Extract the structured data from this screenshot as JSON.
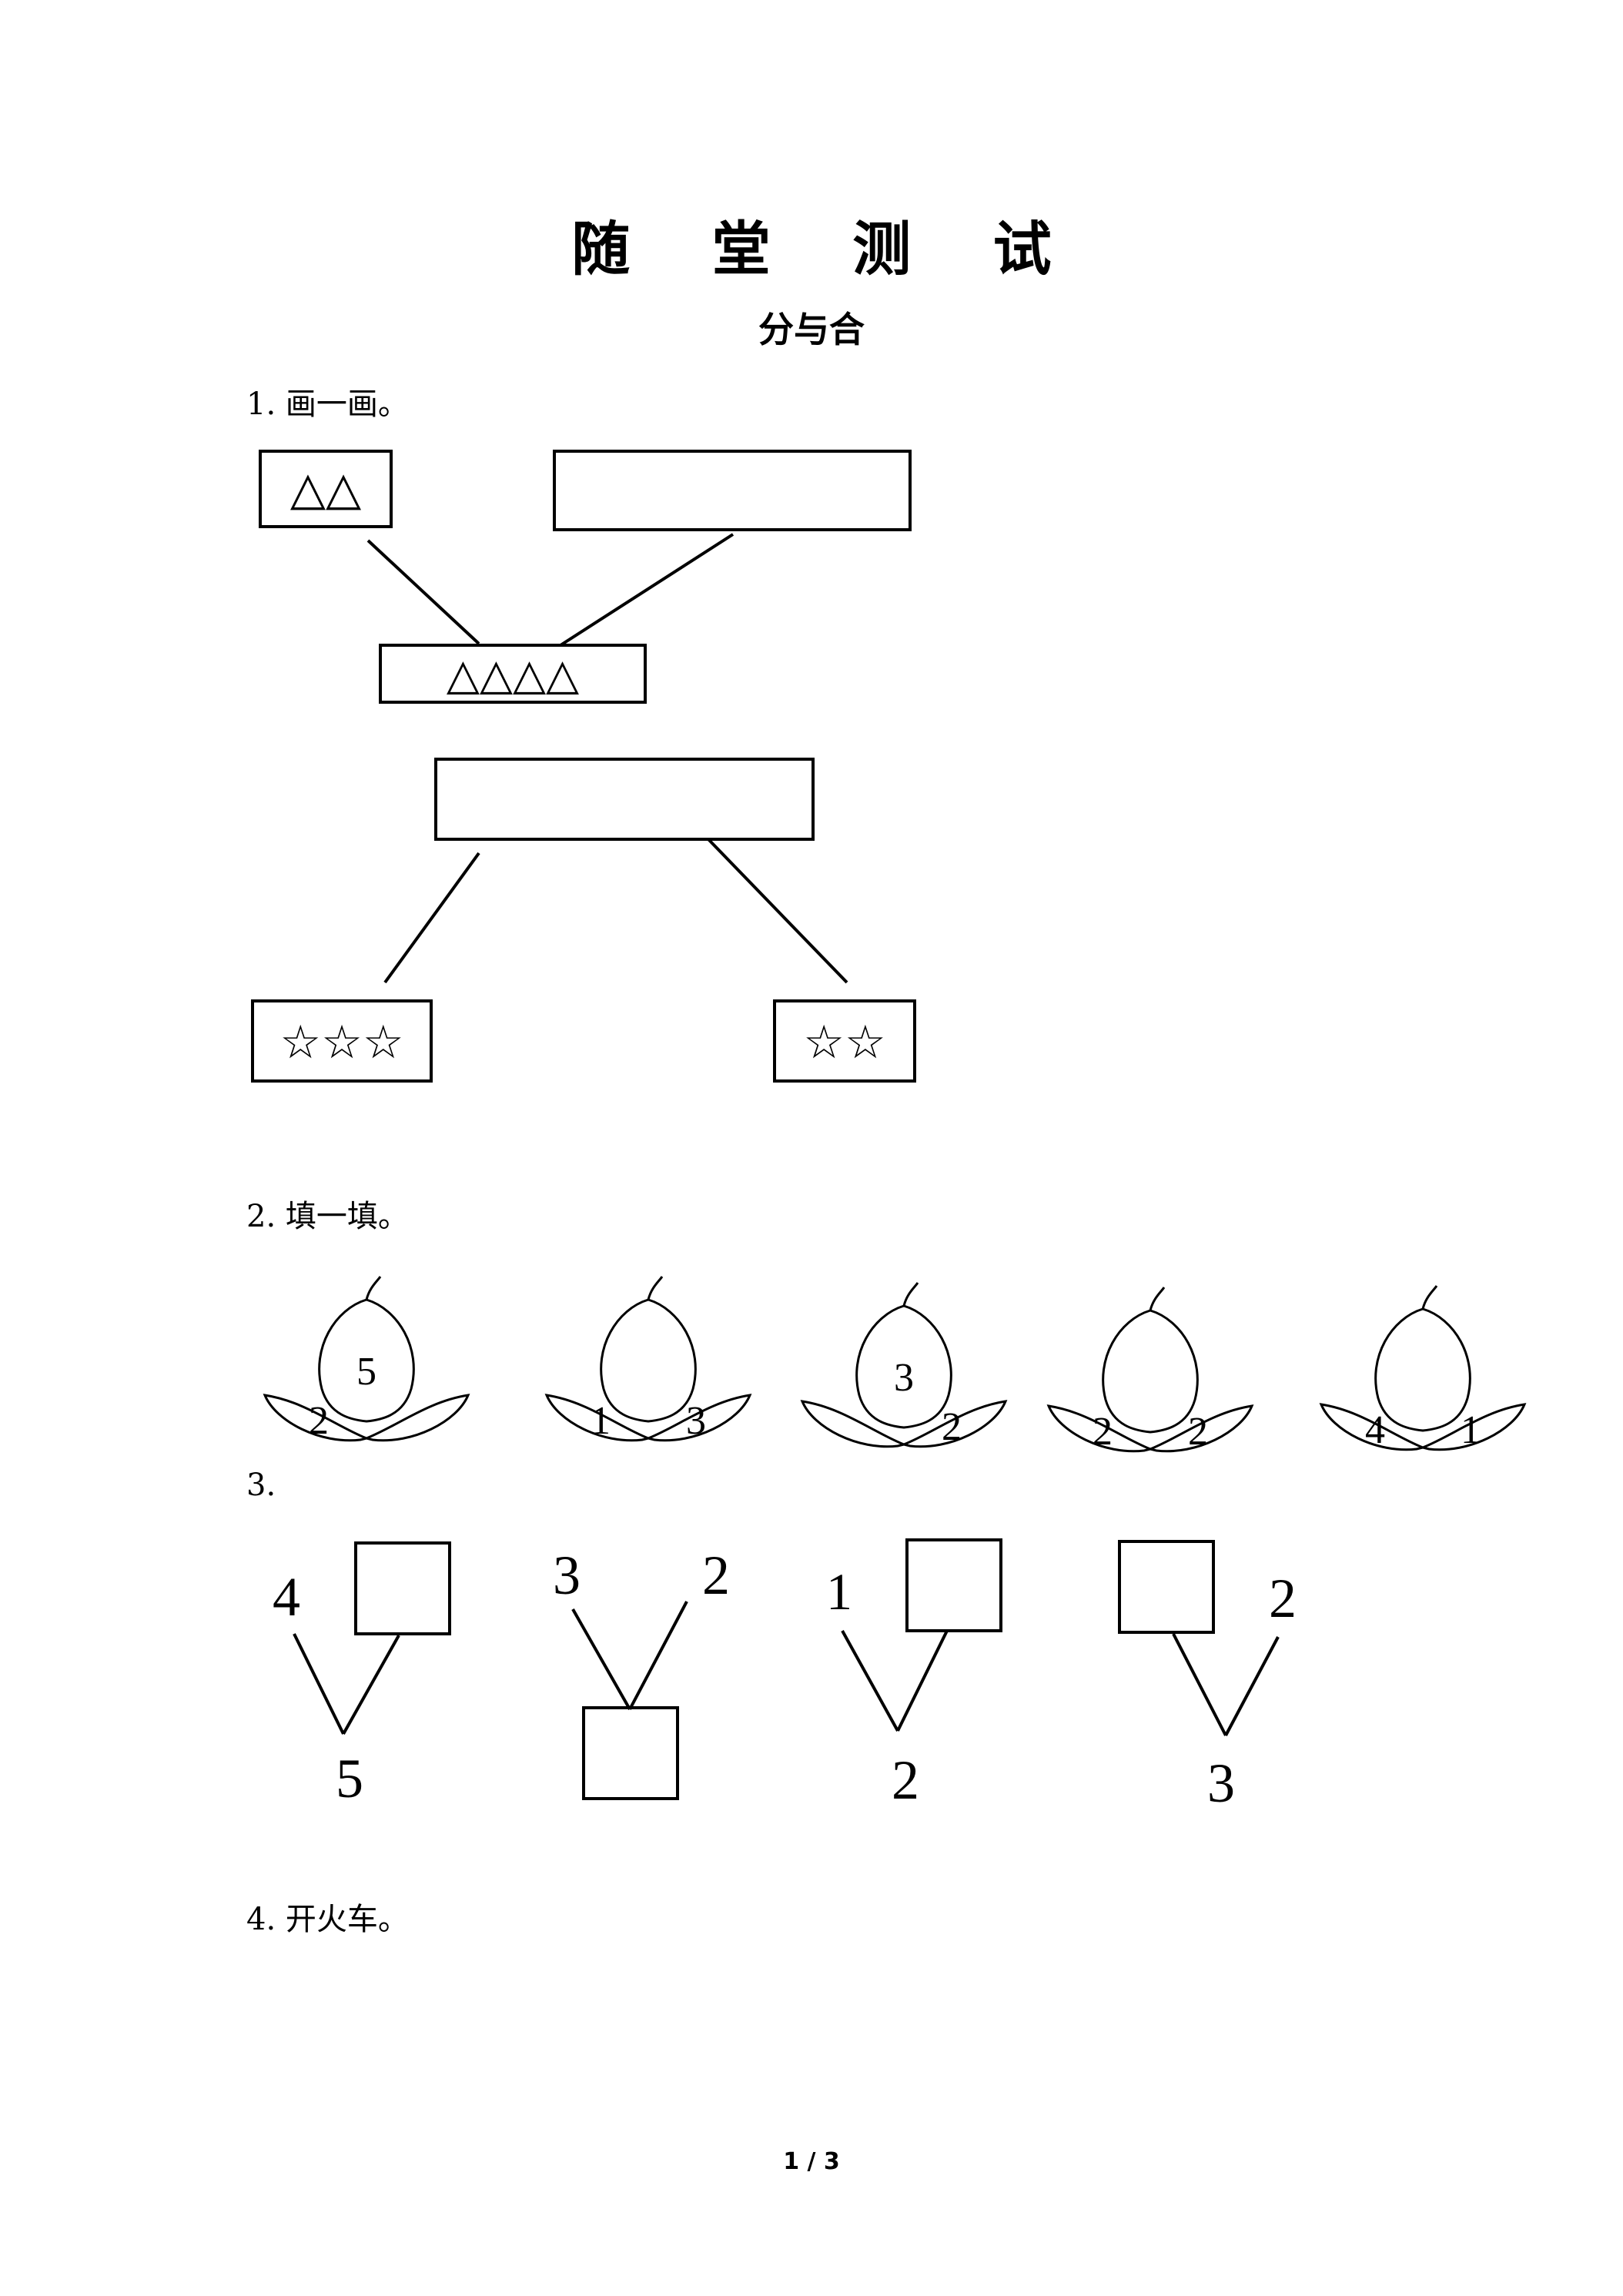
{
  "page": {
    "title": "随 堂 测 试",
    "subtitle": "分与合",
    "page_number": "1 / 3"
  },
  "q1": {
    "label": "1. 画一画。",
    "top_left_box": "△△",
    "middle_box": "△△△△",
    "bottom_left_box": "☆☆☆",
    "bottom_right_box": "☆☆"
  },
  "q2": {
    "label": "2. 填一填。",
    "peaches": [
      {
        "top": "5",
        "left": "2",
        "right": ""
      },
      {
        "top": "",
        "left": "1",
        "right": "3"
      },
      {
        "top": "3",
        "left": "",
        "right": "2"
      },
      {
        "top": "",
        "left": "2",
        "right": "2"
      },
      {
        "top": "",
        "left": "4",
        "right": "1"
      }
    ]
  },
  "q3": {
    "label": "3.",
    "diagrams": [
      {
        "left": "4",
        "right": "",
        "bottom": "5"
      },
      {
        "left": "3",
        "right": "2",
        "bottom": ""
      },
      {
        "left": "1",
        "right": "",
        "bottom": "2"
      },
      {
        "left": "",
        "right": "2",
        "bottom": "3"
      }
    ]
  },
  "q4": {
    "label": "4. 开火车。"
  }
}
